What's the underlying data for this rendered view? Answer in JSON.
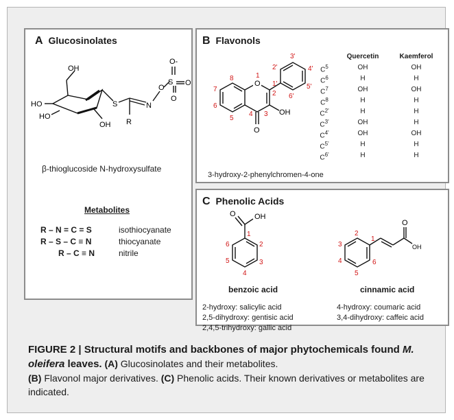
{
  "panelA": {
    "letter": "A",
    "title": "Glucosinolates",
    "structure_caption": "β-thioglucoside N-hydroxysulfate",
    "atoms": {
      "oh1": "OH",
      "ho1": "HO",
      "ho2": "HO",
      "oh2": "OH",
      "s": "S",
      "n": "N",
      "o": "O",
      "o_minus": "O-",
      "s_sulf": "S",
      "o_top": "O",
      "o_bot": "O",
      "o_right": "O",
      "r": "R"
    },
    "metabolites_header": "Metabolites",
    "metabolites": [
      {
        "formula": "R – N = C = S",
        "name": "isothiocyanate"
      },
      {
        "formula": "R – S – C ≡ N",
        "name": "thiocyanate"
      },
      {
        "formula": "R – C ≡ N",
        "name": "nitrile"
      }
    ]
  },
  "panelB": {
    "letter": "B",
    "title": "Flavonols",
    "structure_caption": "3-hydroxy-2-phenylchromen-4-one",
    "atoms": {
      "o_ring": "O",
      "o_keto": "O",
      "oh": "OH"
    },
    "positions": [
      "1",
      "2",
      "3",
      "4",
      "5",
      "6",
      "7",
      "8",
      "1'",
      "2'",
      "3'",
      "4'",
      "5'",
      "6'"
    ],
    "table": {
      "columns": [
        "Quercetin",
        "Kaemferol"
      ],
      "rows": [
        {
          "carbon": "C",
          "sup": "5",
          "values": [
            "OH",
            "OH"
          ]
        },
        {
          "carbon": "C",
          "sup": "6",
          "values": [
            "H",
            "H"
          ]
        },
        {
          "carbon": "C",
          "sup": "7",
          "values": [
            "OH",
            "OH"
          ]
        },
        {
          "carbon": "C",
          "sup": "8",
          "values": [
            "H",
            "H"
          ]
        },
        {
          "carbon": "C",
          "sup": "2'",
          "values": [
            "H",
            "H"
          ]
        },
        {
          "carbon": "C",
          "sup": "3'",
          "values": [
            "OH",
            "H"
          ]
        },
        {
          "carbon": "C",
          "sup": "4'",
          "values": [
            "OH",
            "OH"
          ]
        },
        {
          "carbon": "C",
          "sup": "5'",
          "values": [
            "H",
            "H"
          ]
        },
        {
          "carbon": "C",
          "sup": "6'",
          "values": [
            "H",
            "H"
          ]
        }
      ]
    }
  },
  "panelC": {
    "letter": "C",
    "title": "Phenolic Acids",
    "benzoic": {
      "name": "benzoic acid",
      "atoms": {
        "o": "O",
        "oh": "OH"
      },
      "positions": [
        "1",
        "2",
        "3",
        "4",
        "5",
        "6"
      ],
      "derivatives": [
        "2-hydroxy: salicylic acid",
        "2,5-dihydroxy: gentisic acid",
        "2,4,5-trihydroxy: gallic acid"
      ]
    },
    "cinnamic": {
      "name": "cinnamic acid",
      "atoms": {
        "o": "O",
        "oh": "OH"
      },
      "positions": [
        "1",
        "2",
        "3",
        "4",
        "5",
        "6"
      ],
      "derivatives": [
        "4-hydroxy: coumaric acid",
        "3,4-dihydroxy: caffeic acid"
      ]
    }
  },
  "caption": {
    "label": "FIGURE 2 | Structural motifs and backbones of major phytochemicals found ",
    "species": "M. oleifera",
    "label_end": " leaves.",
    "a_letter": "(A)",
    "a_text": " Glucosinolates and their metabolites.",
    "b_letter": "(B)",
    "b_text": " Flavonol major derivatives.",
    "c_letter": "(C)",
    "c_text": " Phenolic acids. Their known derivatives or metabolites are indicated."
  },
  "colors": {
    "numbering": "#d11414",
    "panel_border": "#8c8c8c",
    "frame_bg": "#eeeeee"
  }
}
